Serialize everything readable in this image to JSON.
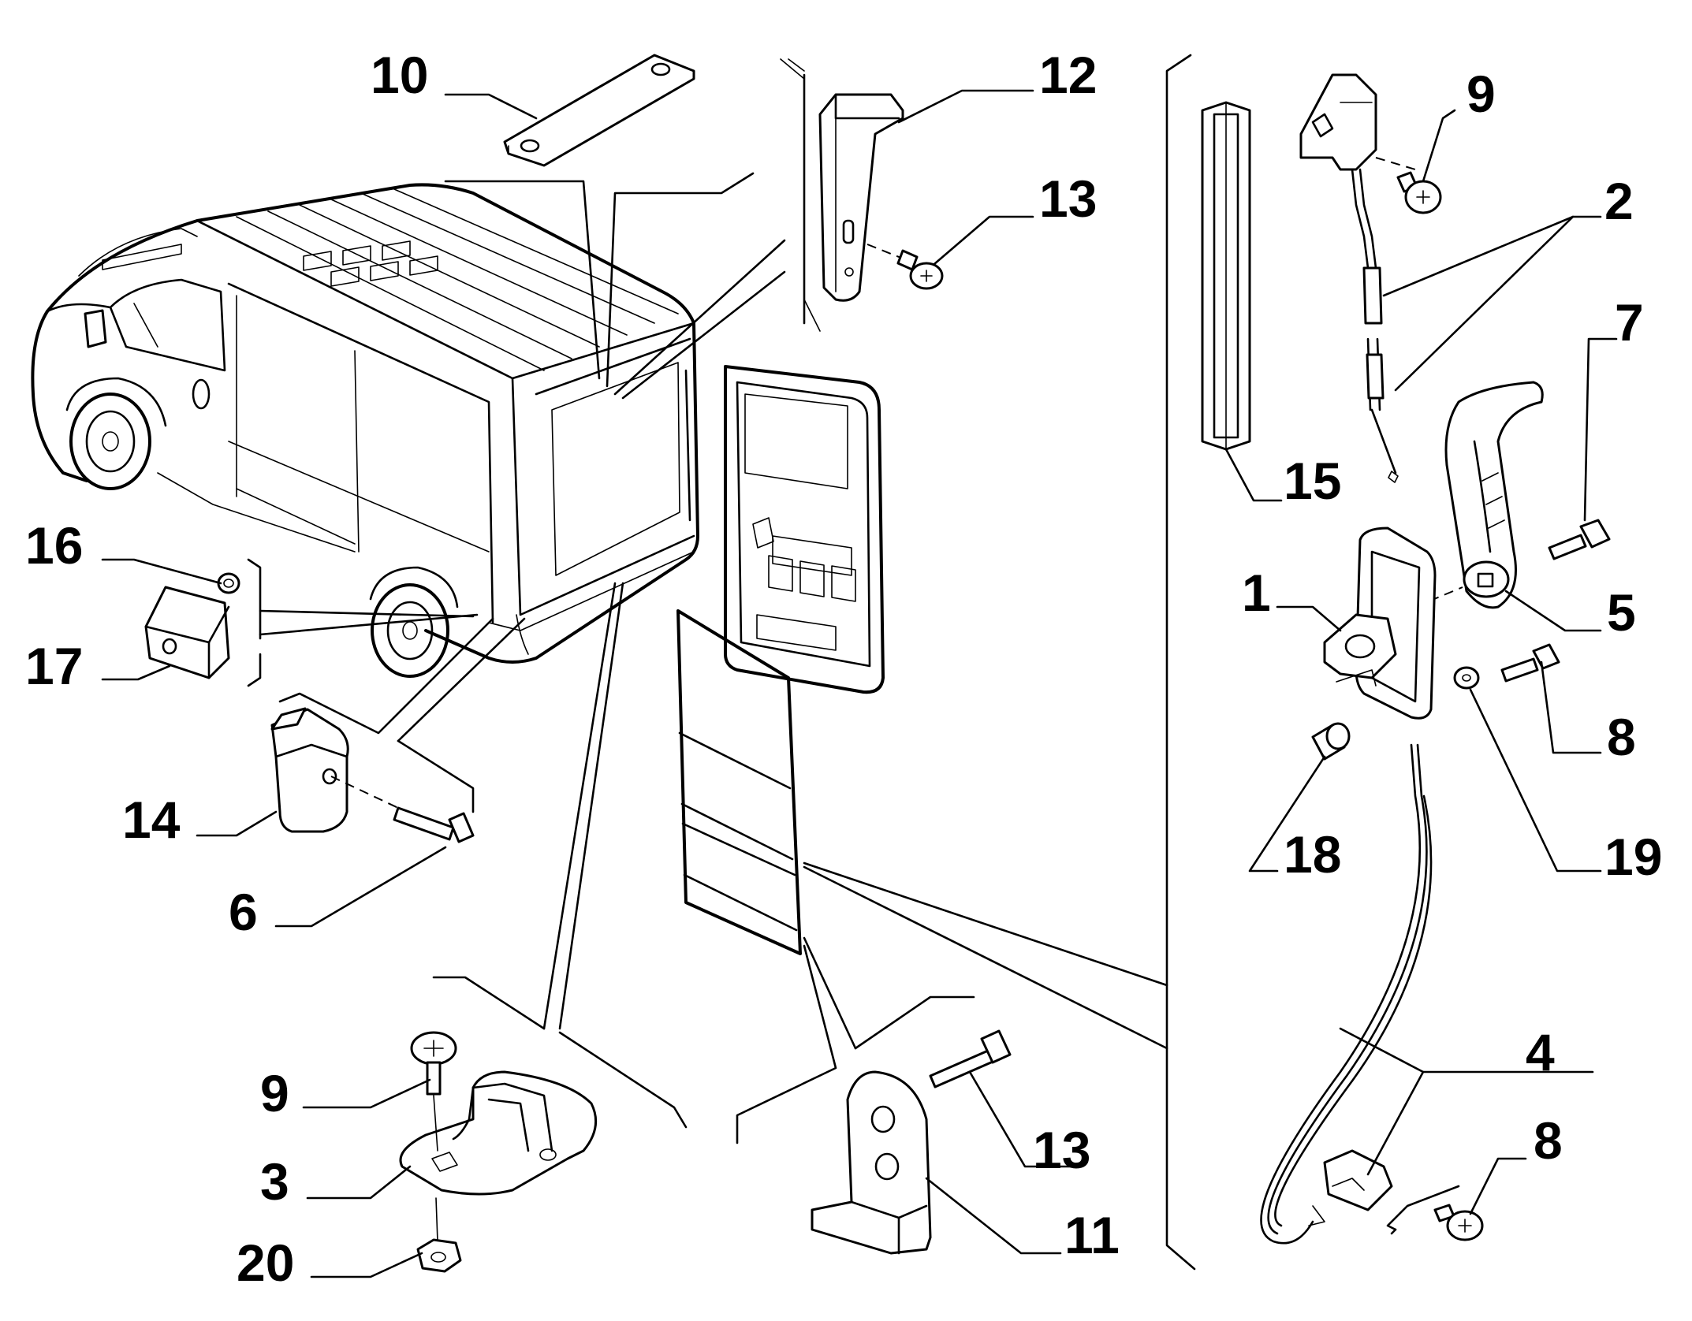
{
  "callouts": [
    {
      "id": "c10a",
      "text": "10"
    },
    {
      "id": "c12",
      "text": "12"
    },
    {
      "id": "c13a",
      "text": "13"
    },
    {
      "id": "c9a",
      "text": "9"
    },
    {
      "id": "c2",
      "text": "2"
    },
    {
      "id": "c7",
      "text": "7"
    },
    {
      "id": "c15",
      "text": "15"
    },
    {
      "id": "c16",
      "text": "16"
    },
    {
      "id": "c17",
      "text": "17"
    },
    {
      "id": "c1",
      "text": "1"
    },
    {
      "id": "c5",
      "text": "5"
    },
    {
      "id": "c8a",
      "text": "8"
    },
    {
      "id": "c14",
      "text": "14"
    },
    {
      "id": "c18",
      "text": "18"
    },
    {
      "id": "c19",
      "text": "19"
    },
    {
      "id": "c6",
      "text": "6"
    },
    {
      "id": "c4",
      "text": "4"
    },
    {
      "id": "c9b",
      "text": "9"
    },
    {
      "id": "c13b",
      "text": "13"
    },
    {
      "id": "c8b",
      "text": "8"
    },
    {
      "id": "c3",
      "text": "3"
    },
    {
      "id": "c11",
      "text": "11"
    },
    {
      "id": "c20",
      "text": "20"
    }
  ]
}
